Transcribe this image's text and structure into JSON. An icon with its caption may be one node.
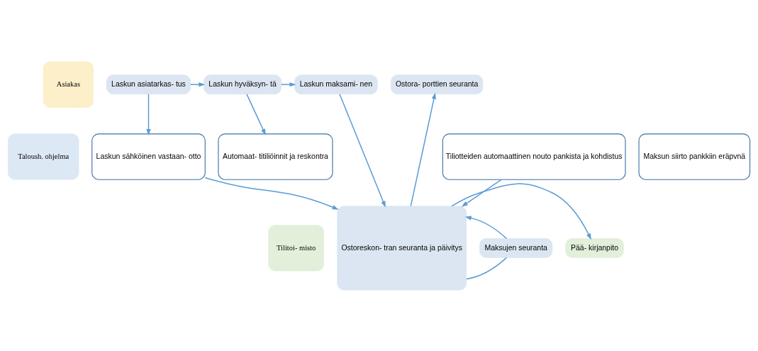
{
  "diagram": {
    "nodes": [
      {
        "text": [
          "Asiakas"
        ]
      },
      {
        "text": [
          "Tilitoi- misto"
        ]
      },
      {
        "text": [
          "Taloush. ohjelma"
        ]
      },
      {
        "text": [
          "Laskun asiatarkas- tus"
        ]
      },
      {
        "text": [
          "Laskun hyväksyn- tä"
        ]
      },
      {
        "text": [
          "Laskun maksami- nen"
        ]
      },
      {
        "text": [
          "Ostoreskon- tran seuranta ja päivitys"
        ]
      },
      {
        "text": [
          "Ostora- porttien seuranta"
        ]
      },
      {
        "text": [
          "Maksujen seuranta"
        ]
      },
      {
        "text": [
          "Pää- kirjanpito"
        ]
      },
      {
        "text": [
          "Laskun sähköinen vastaan- otto"
        ]
      },
      {
        "text": [
          "Automaat- titiliöinnit ja reskontra"
        ]
      },
      {
        "text": [
          "Maksun siirto pankkiin eräpvnä"
        ]
      },
      {
        "text": [
          "Tiliotteiden automaattinen nouto pankista ja kohdistus"
        ]
      }
    ],
    "edges": [
      {
        "from": 3,
        "to": 4,
        "arrow": "to"
      },
      {
        "from": 4,
        "to": 5,
        "arrow": "to"
      },
      {
        "from": 5,
        "to": 6,
        "arrow": "to"
      },
      {
        "from": 6,
        "to": 7,
        "arrow": "to"
      },
      {
        "from": 6,
        "to": 8,
        "arrow": "none"
      },
      {
        "from": 8,
        "to": 6,
        "arrow": "to"
      },
      {
        "from": 6,
        "to": 9,
        "arrow": "to"
      },
      {
        "from": 3,
        "to": 10,
        "arrow": "to"
      },
      {
        "from": 4,
        "to": 11,
        "arrow": "to"
      },
      {
        "from": 10,
        "to": 6,
        "arrow": "to"
      },
      {
        "from": 13,
        "to": 6,
        "arrow": "to"
      }
    ]
  }
}
